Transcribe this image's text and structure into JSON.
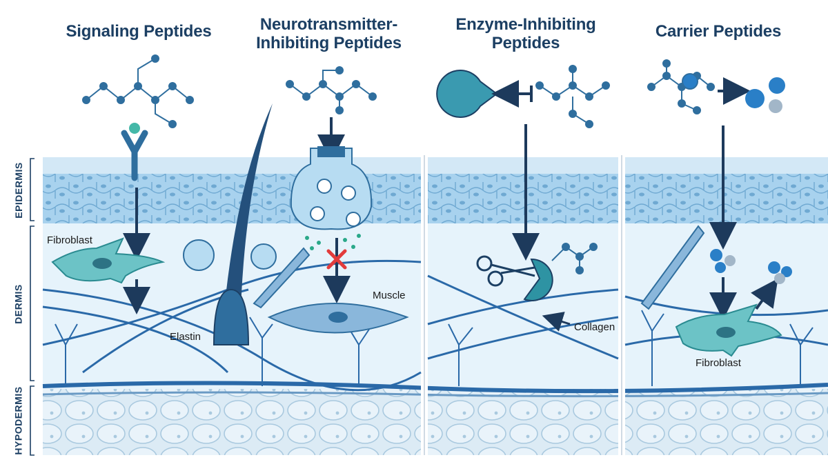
{
  "panels": [
    {
      "title": "Signaling Peptides"
    },
    {
      "title": "Neurotransmitter-Inhibiting Peptides"
    },
    {
      "title": "Enzyme-Inhibiting Peptides"
    },
    {
      "title": "Carrier Peptides"
    }
  ],
  "layers": {
    "epidermis": "EPIDERMIS",
    "dermis": "DERMIS",
    "hypodermis": "HYPODERMIS"
  },
  "labels": {
    "fibroblast_1": "Fibroblast",
    "elastin": "Elastin",
    "muscle": "Muscle",
    "collagen": "Collagen",
    "fibroblast_2": "Fibroblast"
  },
  "colors": {
    "title": "#1c3f63",
    "molecule": "#2f6e9e",
    "arrow": "#1d3a5c",
    "epidermis": "#a9d3ee",
    "dermis": "#e6f3fb",
    "hypodermis": "#dcebf5",
    "fibroblast": "#6cc3c6",
    "inhibit_mark": "#e23b3b"
  }
}
